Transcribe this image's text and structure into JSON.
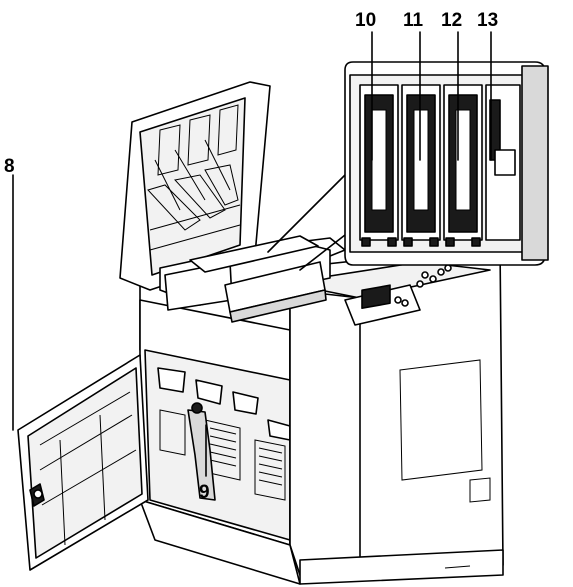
{
  "callouts": {
    "c8": "8",
    "c9": "9",
    "c10": "10",
    "c11": "11",
    "c12": "12",
    "c13": "13"
  },
  "colors": {
    "line": "#000000",
    "body": "#ffffff",
    "shade_light": "#f2f2f2",
    "shade_mid": "#d9d9d9",
    "shade_dark": "#1a1a1a"
  }
}
